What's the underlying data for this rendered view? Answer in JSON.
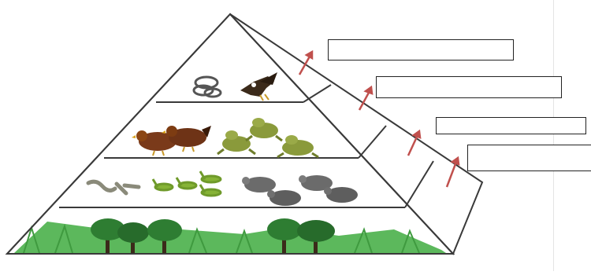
{
  "diagram": {
    "kind": "ecological-pyramid",
    "levels": [
      {
        "level": "top",
        "organisms": [
          "snake",
          "eagle"
        ]
      },
      {
        "level": "third",
        "organisms": [
          "hen",
          "frog"
        ]
      },
      {
        "level": "second",
        "organisms": [
          "caterpillar",
          "grasshopper",
          "rat"
        ]
      },
      {
        "level": "base",
        "organisms": [
          "trees",
          "grass"
        ]
      }
    ],
    "label_boxes": [
      {
        "text": ""
      },
      {
        "text": ""
      },
      {
        "text": ""
      },
      {
        "text": ""
      }
    ],
    "colors": {
      "outline": "#3a3a3a",
      "arrow": "#c0504d",
      "grass": "#5cb85c",
      "tree": "#2e7d32",
      "frog": "#8a9a3b",
      "hen": "#7a3a1a",
      "rat": "#6b6b6b"
    }
  }
}
